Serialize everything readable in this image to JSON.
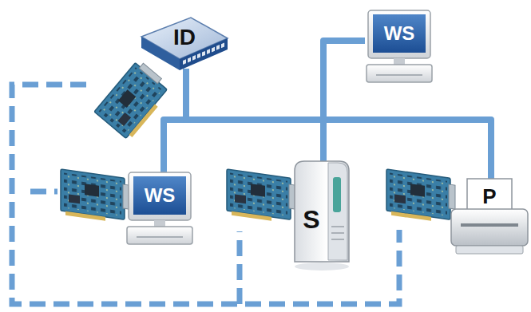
{
  "diagram": {
    "nodes": [
      {
        "text": [
          "ID"
        ]
      },
      {
        "text": [
          "WS"
        ]
      },
      {
        "text": [
          "WS"
        ]
      },
      {
        "text": [
          "S"
        ]
      },
      {
        "text": [
          "P"
        ]
      }
    ],
    "edges": [
      {
        "from": 0,
        "to": 1,
        "arrow": "none"
      },
      {
        "from": 0,
        "to": 2,
        "arrow": "none"
      },
      {
        "from": 0,
        "to": 3,
        "arrow": "none"
      },
      {
        "from": 0,
        "to": 4,
        "arrow": "none"
      }
    ]
  }
}
